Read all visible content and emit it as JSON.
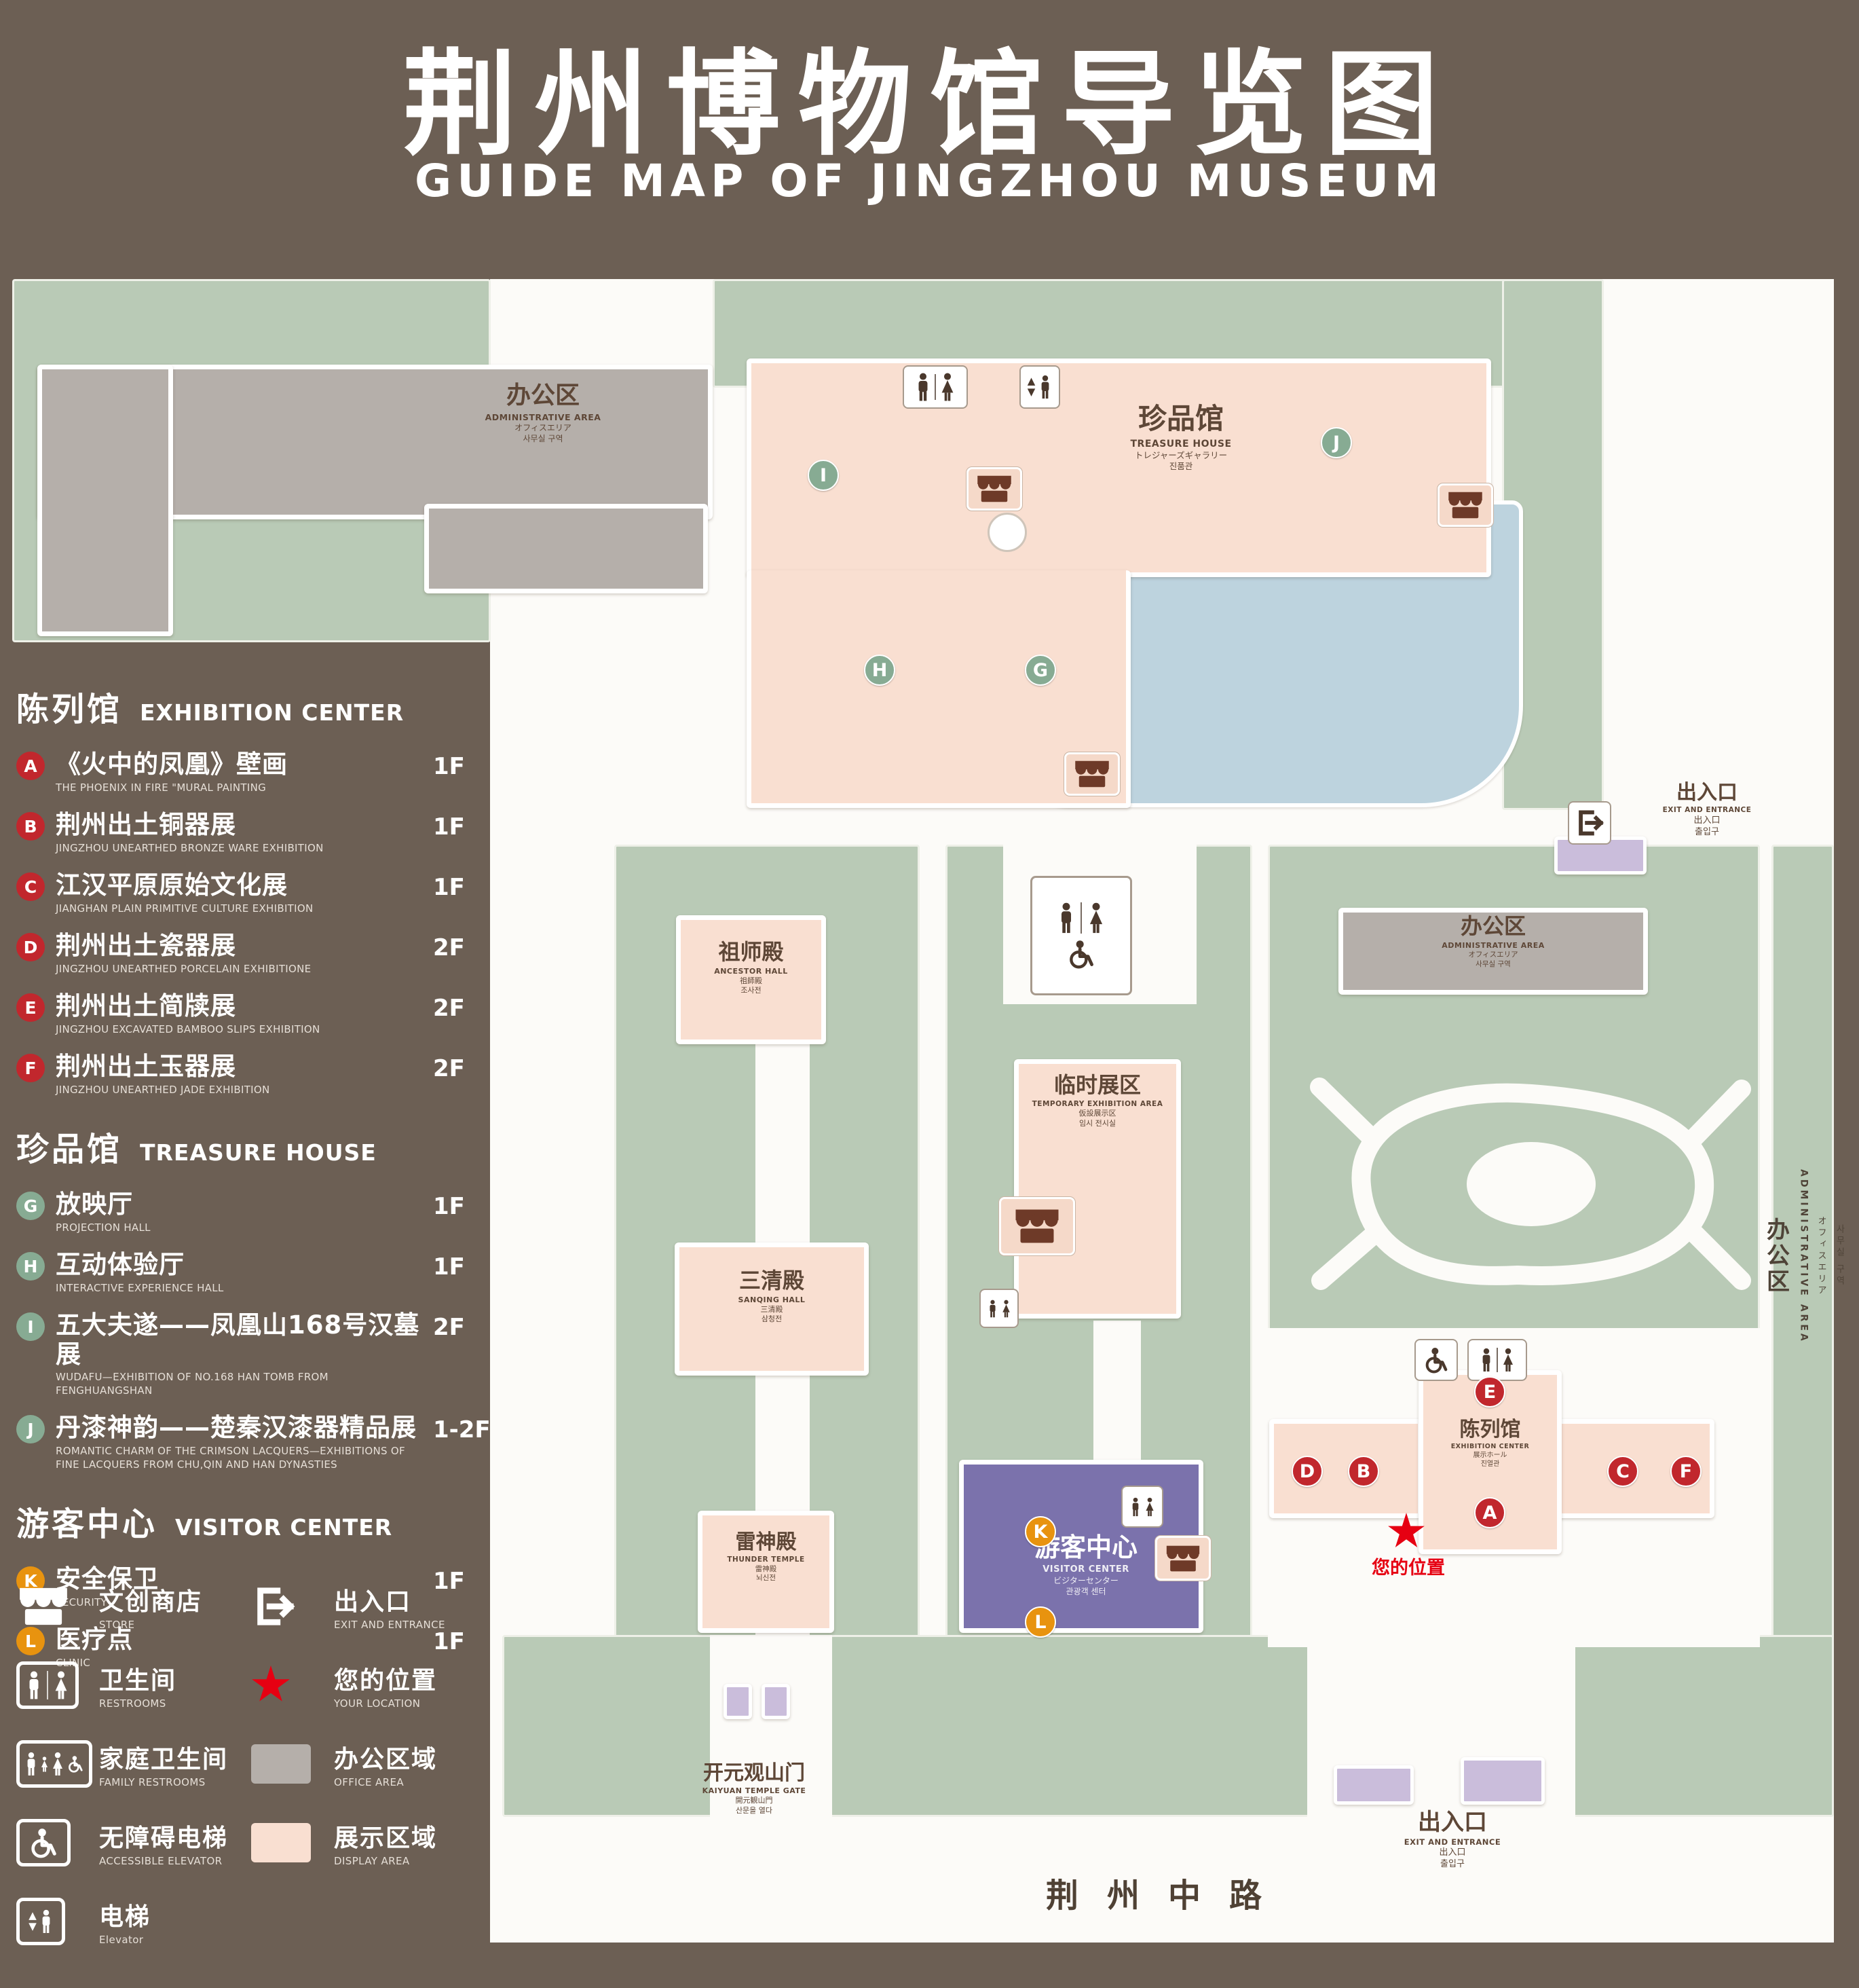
{
  "title": {
    "zh": "荆州博物馆导览图",
    "en": "GUIDE MAP OF JINGZHOU MUSEUM"
  },
  "colors": {
    "background": "#6c5f54",
    "map_green": "#b9cab6",
    "display_area": "#f9dfd1",
    "office_area": "#b5afaa",
    "visitor_center": "#7b72ac",
    "pond": "#bdd3de",
    "entrance_purple": "#cabddb",
    "marker_red": "#c1272d",
    "marker_green": "#87ab93",
    "marker_orange": "#e8930f",
    "star_red": "#e60012"
  },
  "sidebar": {
    "sections": [
      {
        "zh": "陈列馆",
        "en": "EXHIBITION CENTER",
        "items": [
          {
            "marker": "A",
            "zh": "《火中的凤凰》壁画",
            "en": "THE PHOENIX IN FIRE \"MURAL PAINTING",
            "floor": "1F"
          },
          {
            "marker": "B",
            "zh": "荆州出土铜器展",
            "en": "JINGZHOU UNEARTHED BRONZE WARE EXHIBITION",
            "floor": "1F"
          },
          {
            "marker": "C",
            "zh": "江汉平原原始文化展",
            "en": "JIANGHAN PLAIN PRIMITIVE CULTURE EXHIBITION",
            "floor": "1F"
          },
          {
            "marker": "D",
            "zh": "荆州出土瓷器展",
            "en": "JINGZHOU UNEARTHED PORCELAIN EXHIBITIONE",
            "floor": "2F"
          },
          {
            "marker": "E",
            "zh": "荆州出土简牍展",
            "en": "JINGZHOU EXCAVATED BAMBOO SLIPS EXHIBITION",
            "floor": "2F"
          },
          {
            "marker": "F",
            "zh": "荆州出土玉器展",
            "en": "JINGZHOU UNEARTHED JADE EXHIBITION",
            "floor": "2F"
          }
        ]
      },
      {
        "zh": "珍品馆",
        "en": "TREASURE HOUSE",
        "items": [
          {
            "marker": "G",
            "zh": "放映厅",
            "en": "PROJECTION HALL",
            "floor": "1F"
          },
          {
            "marker": "H",
            "zh": "互动体验厅",
            "en": "INTERACTIVE EXPERIENCE HALL",
            "floor": "1F"
          },
          {
            "marker": "I",
            "zh": "五大夫遂——凤凰山168号汉墓展",
            "en": "WUDAFU—EXHIBITION OF NO.168 HAN TOMB FROM FENGHUANGSHAN",
            "floor": "2F"
          },
          {
            "marker": "J",
            "zh": "丹漆神韵——楚秦汉漆器精品展",
            "en": "ROMANTIC CHARM OF THE CRIMSON LACQUERS—EXHIBITIONS OF FINE LACQUERS FROM CHU,QIN AND HAN DYNASTIES",
            "floor": "1-2F"
          }
        ]
      },
      {
        "zh": "游客中心",
        "en": "VISITOR CENTER",
        "items": [
          {
            "marker": "K",
            "zh": "安全保卫",
            "en": "SECURITY",
            "floor": "1F"
          },
          {
            "marker": "L",
            "zh": "医疗点",
            "en": "CLINIC",
            "floor": "1F"
          }
        ]
      }
    ]
  },
  "legend": {
    "items": [
      {
        "zh": "文创商店",
        "en": "STORE"
      },
      {
        "zh": "出入口",
        "en": "EXIT AND ENTRANCE"
      },
      {
        "zh": "卫生间",
        "en": "RESTROOMS"
      },
      {
        "zh": "您的位置",
        "en": "YOUR LOCATION"
      },
      {
        "zh": "家庭卫生间",
        "en": "FAMILY RESTROOMS"
      },
      {
        "zh": "办公区域",
        "en": "OFFICE AREA"
      },
      {
        "zh": "无障碍电梯",
        "en": "ACCESSIBLE ELEVATOR"
      },
      {
        "zh": "展示区域",
        "en": "DISPLAY AREA"
      },
      {
        "zh": "电梯",
        "en": "Elevator"
      }
    ]
  },
  "map": {
    "admin": {
      "zh": "办公区",
      "en": "ADMINISTRATIVE AREA",
      "ja": "オフィスエリア",
      "ko": "사무실 구역"
    },
    "treasure_house": {
      "zh": "珍品馆",
      "en": "TREASURE HOUSE",
      "ja": "トレジャーズギャラリー",
      "ko": "진품관"
    },
    "exit": {
      "zh": "出入口",
      "en": "EXIT AND ENTRANCE",
      "ja": "出入口",
      "ko": "출입구"
    },
    "ancestor_hall": {
      "zh": "祖师殿",
      "en": "ANCESTOR HALL",
      "ja": "祖師殿",
      "ko": "조사전"
    },
    "temporary_exhibition": {
      "zh": "临时展区",
      "en": "TEMPORARY EXHIBITION AREA",
      "ja": "仮設展示区",
      "ko": "임시 전시실"
    },
    "sanqing_hall": {
      "zh": "三清殿",
      "en": "SANQING HALL",
      "ja": "三清殿",
      "ko": "삼청전"
    },
    "thunder_temple": {
      "zh": "雷神殿",
      "en": "THUNDER TEMPLE",
      "ja": "雷神殿",
      "ko": "뇌신전"
    },
    "visitor_center": {
      "zh": "游客中心",
      "en": "VISITOR CENTER",
      "ja": "ビジターセンター",
      "ko": "관광객 센터"
    },
    "exhibition_center": {
      "zh": "陈列馆",
      "en": "EXHIBITION CENTER",
      "ja": "展示ホール",
      "ko": "진열관"
    },
    "gate": {
      "zh": "开元观山门",
      "en": "KAIYUAN TEMPLE GATE",
      "ja": "開元観山門",
      "ko": "산문을 열다"
    },
    "road": "荆州中路",
    "your_location": "您的位置",
    "markers": {
      "A": "A",
      "B": "B",
      "C": "C",
      "D": "D",
      "E": "E",
      "F": "F",
      "G": "G",
      "H": "H",
      "I": "I",
      "J": "J",
      "K": "K",
      "L": "L"
    }
  }
}
